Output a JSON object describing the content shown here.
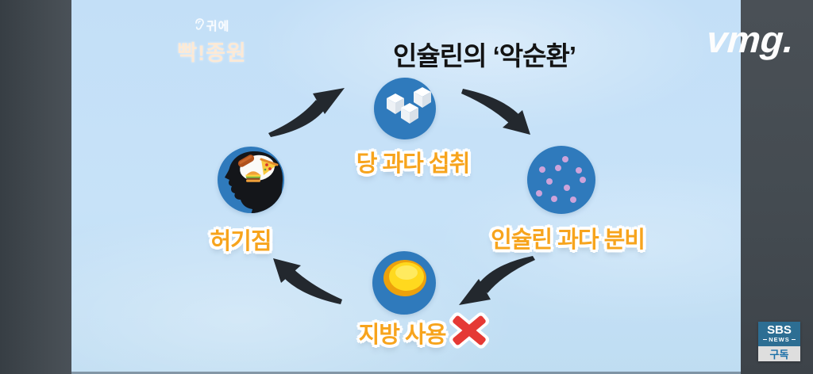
{
  "watermark": {
    "line1": "귀에",
    "line2": "빡!종원"
  },
  "broadcaster_logo": "vmg.",
  "title": "인슐린의 ‘악순환’",
  "diagram": {
    "type": "cycle",
    "nodes": [
      {
        "label": "당 과다 섭취",
        "icon": "sugar-cubes-icon"
      },
      {
        "label": "인슐린 과다 분비",
        "icon": "insulin-dots-icon"
      },
      {
        "label": "지방 사용",
        "icon": "fat-droplet-icon",
        "suffix_icon": "red-x-icon"
      },
      {
        "label": "허기짐",
        "icon": "hungry-head-icon"
      }
    ]
  },
  "subscribe_badge": {
    "brand": "SBS",
    "brand_sub": "NEWS",
    "action": "구독"
  },
  "colors": {
    "node_blue": "#2f7abc",
    "label_orange": "#f7a41d",
    "arrow_dark": "#23282e",
    "x_red": "#e53935",
    "sky_background": "#c3dff7",
    "sidebar_gray": "#454c52",
    "insulin_dot_purple": "#cda3da"
  }
}
